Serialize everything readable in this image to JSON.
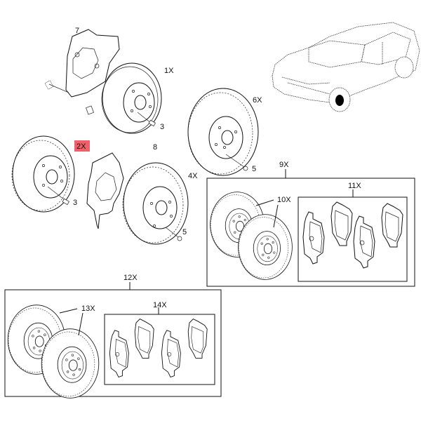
{
  "diagram": {
    "highlight_color": "#f0606a",
    "labels": {
      "part_1": "1X",
      "part_2": "2X",
      "part_3a": "3",
      "part_3b": "3",
      "part_4": "4X",
      "part_5a": "5",
      "part_5b": "5",
      "part_6": "6X",
      "part_7": "7",
      "part_8": "8",
      "kit_9": "9X",
      "part_10": "10X",
      "kit_11": "11X",
      "kit_12": "12X",
      "part_13": "13X",
      "kit_14": "14X"
    },
    "highlighted_part": "2X"
  }
}
